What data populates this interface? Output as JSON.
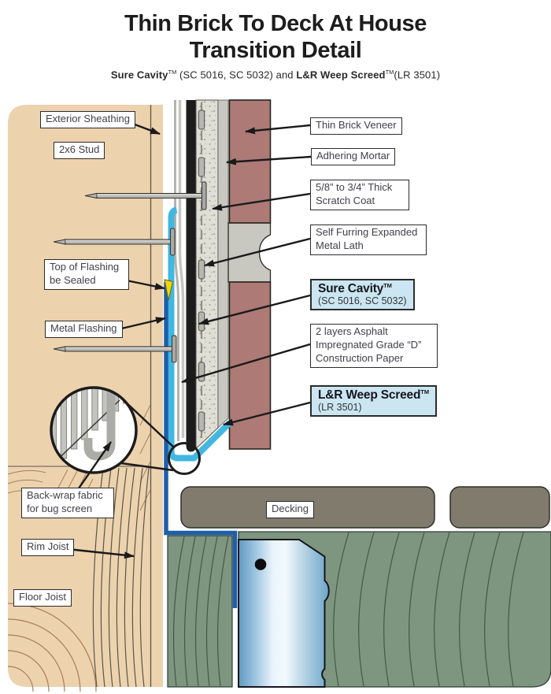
{
  "title": {
    "line1": "Thin Brick To Deck At House",
    "line2": "Transition Detail"
  },
  "subtitle": {
    "brand1": "Sure Cavity",
    "tm": "TM",
    "codes1": " (SC 5016, SC 5032) and ",
    "brand2": "L&R Weep Screed",
    "codes2": "(LR 3501)"
  },
  "callouts": {
    "exterior_sheathing": "Exterior Sheathing",
    "stud": "2x6 Stud",
    "top_of_flashing": "Top of Flashing be Sealed",
    "metal_flashing": "Metal Flashing",
    "back_wrap": "Back-wrap fabric for bug screen",
    "rim_joist": "Rim Joist",
    "floor_joist": "Floor Joist",
    "thin_brick": "Thin Brick Veneer",
    "adhering_mortar": "Adhering Mortar",
    "scratch_coat": "5/8” to 3/4” Thick Scratch Coat",
    "metal_lath": "Self Furring Expanded Metal Lath",
    "construction_paper": "2 layers Asphalt Impregnated Grade “D” Construction Paper",
    "decking": "Decking"
  },
  "products": {
    "sure_cavity": {
      "name": "Sure Cavity",
      "tm": "TM",
      "code": "(SC 5016, SC 5032)"
    },
    "weep_screed": {
      "name": "L&R Weep Screed",
      "tm": "TM",
      "code": "(LR 3501)"
    }
  },
  "colors": {
    "wood_tan": "#edd2ae",
    "brick_red": "#ad7a76",
    "mortar_gray": "#c9c8c0",
    "drainage_black": "#1c1c1c",
    "weep_cyan": "#41b7e2",
    "flashing_blue": "#1f5fa8",
    "sealant_yellow": "#f4d802",
    "joist_green": "#7e957f",
    "decking_gray": "#817b6d",
    "label_blue": "#cbe6f1"
  }
}
